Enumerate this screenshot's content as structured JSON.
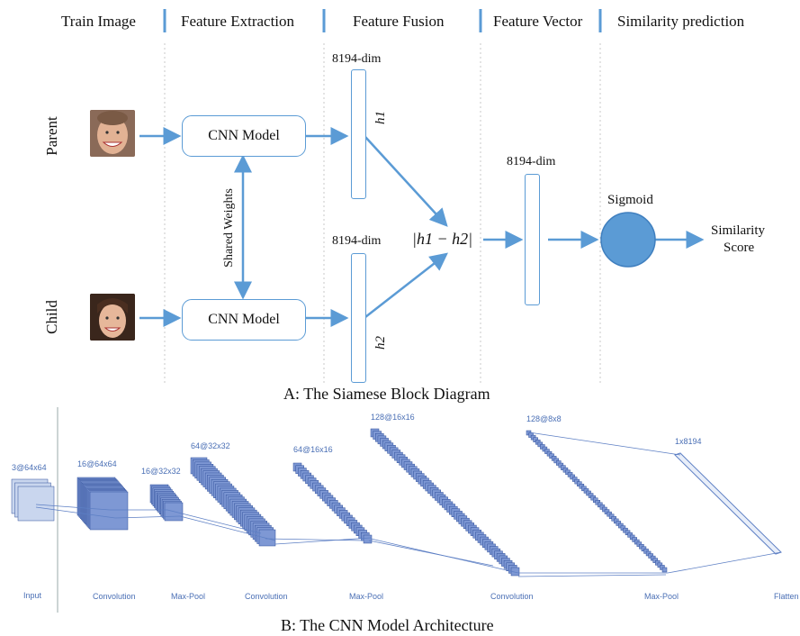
{
  "siamese": {
    "stages": [
      "Train Image",
      "Feature Extraction",
      "Feature Fusion",
      "Feature Vector",
      "Similarity prediction"
    ],
    "inputs": {
      "parent": "Parent",
      "child": "Child"
    },
    "cnn_label_top": "CNN Model",
    "cnn_label_bottom": "CNN Model",
    "shared_weights": "Shared Weights",
    "dim_top": "8194-dim",
    "dim_bottom": "8194-dim",
    "dim_vector": "8194-dim",
    "h1": "h1",
    "h2": "h2",
    "fusion": "|h1 − h2|",
    "sigmoid": "Sigmoid",
    "output_line1": "Similarity",
    "output_line2": "Score",
    "caption": "A: The Siamese Block Diagram"
  },
  "cnn": {
    "dims": [
      "3@64x64",
      "16@64x64",
      "16@32x32",
      "64@32x32",
      "64@16x16",
      "128@16x16",
      "128@8x8",
      "1x8194"
    ],
    "layers": [
      "Input",
      "Convolution",
      "Max-Pool",
      "Convolution",
      "Max-Pool",
      "Convolution",
      "Max-Pool",
      "Flatten"
    ],
    "caption": "B: The CNN Model Architecture"
  },
  "colors": {
    "accent": "#5b9bd5",
    "sigmoid_fill": "#5b9bd5",
    "layer_blue": "#4a6fb5"
  }
}
